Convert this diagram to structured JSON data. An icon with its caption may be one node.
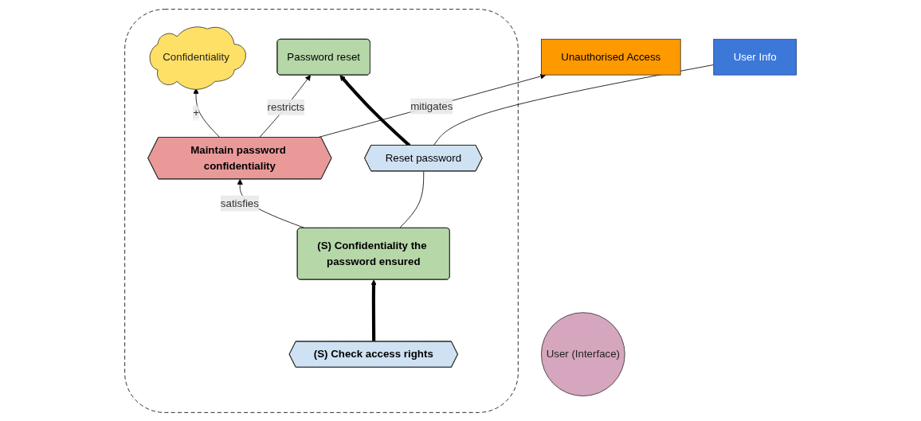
{
  "diagram": {
    "nodes": [
      {
        "text": [],
        "shape": "ellipse"
      },
      {
        "text": [
          "User (Interface)"
        ]
      },
      {
        "text": [
          "Confidentiality"
        ],
        "in": 0
      },
      {
        "text": [
          "Maintain password confidentiality"
        ],
        "in": 0
      },
      {
        "text": [
          "Password reset"
        ],
        "in": 0
      },
      {
        "text": [
          "Unauthorised Access"
        ]
      },
      {
        "text": [
          "Reset password"
        ],
        "in": 0
      },
      {
        "text": [
          "(S) Check access rights"
        ],
        "in": 0
      },
      {
        "text": [
          "(S) Confidentiality the password ensured"
        ],
        "in": 0
      },
      {
        "text": [
          "User Info"
        ]
      }
    ],
    "edges": [
      {
        "from": 3,
        "to": 2,
        "arrow": "to",
        "label": "+"
      },
      {
        "from": 3,
        "to": 4,
        "arrow": "to",
        "label": "restricts"
      },
      {
        "from": 3,
        "to": 5,
        "arrow": "to",
        "label": "mitigates"
      },
      {
        "from": 6,
        "to": 4,
        "arrow": "to",
        "style": "thick"
      },
      {
        "from": 8,
        "to": 3,
        "arrow": "to",
        "label": "satisfies"
      },
      {
        "from": 7,
        "to": 8,
        "arrow": "to",
        "style": "thick"
      },
      {
        "from": 8,
        "to": 6,
        "arrow": "none"
      },
      {
        "from": 6,
        "to": 9,
        "arrow": "none"
      }
    ]
  }
}
